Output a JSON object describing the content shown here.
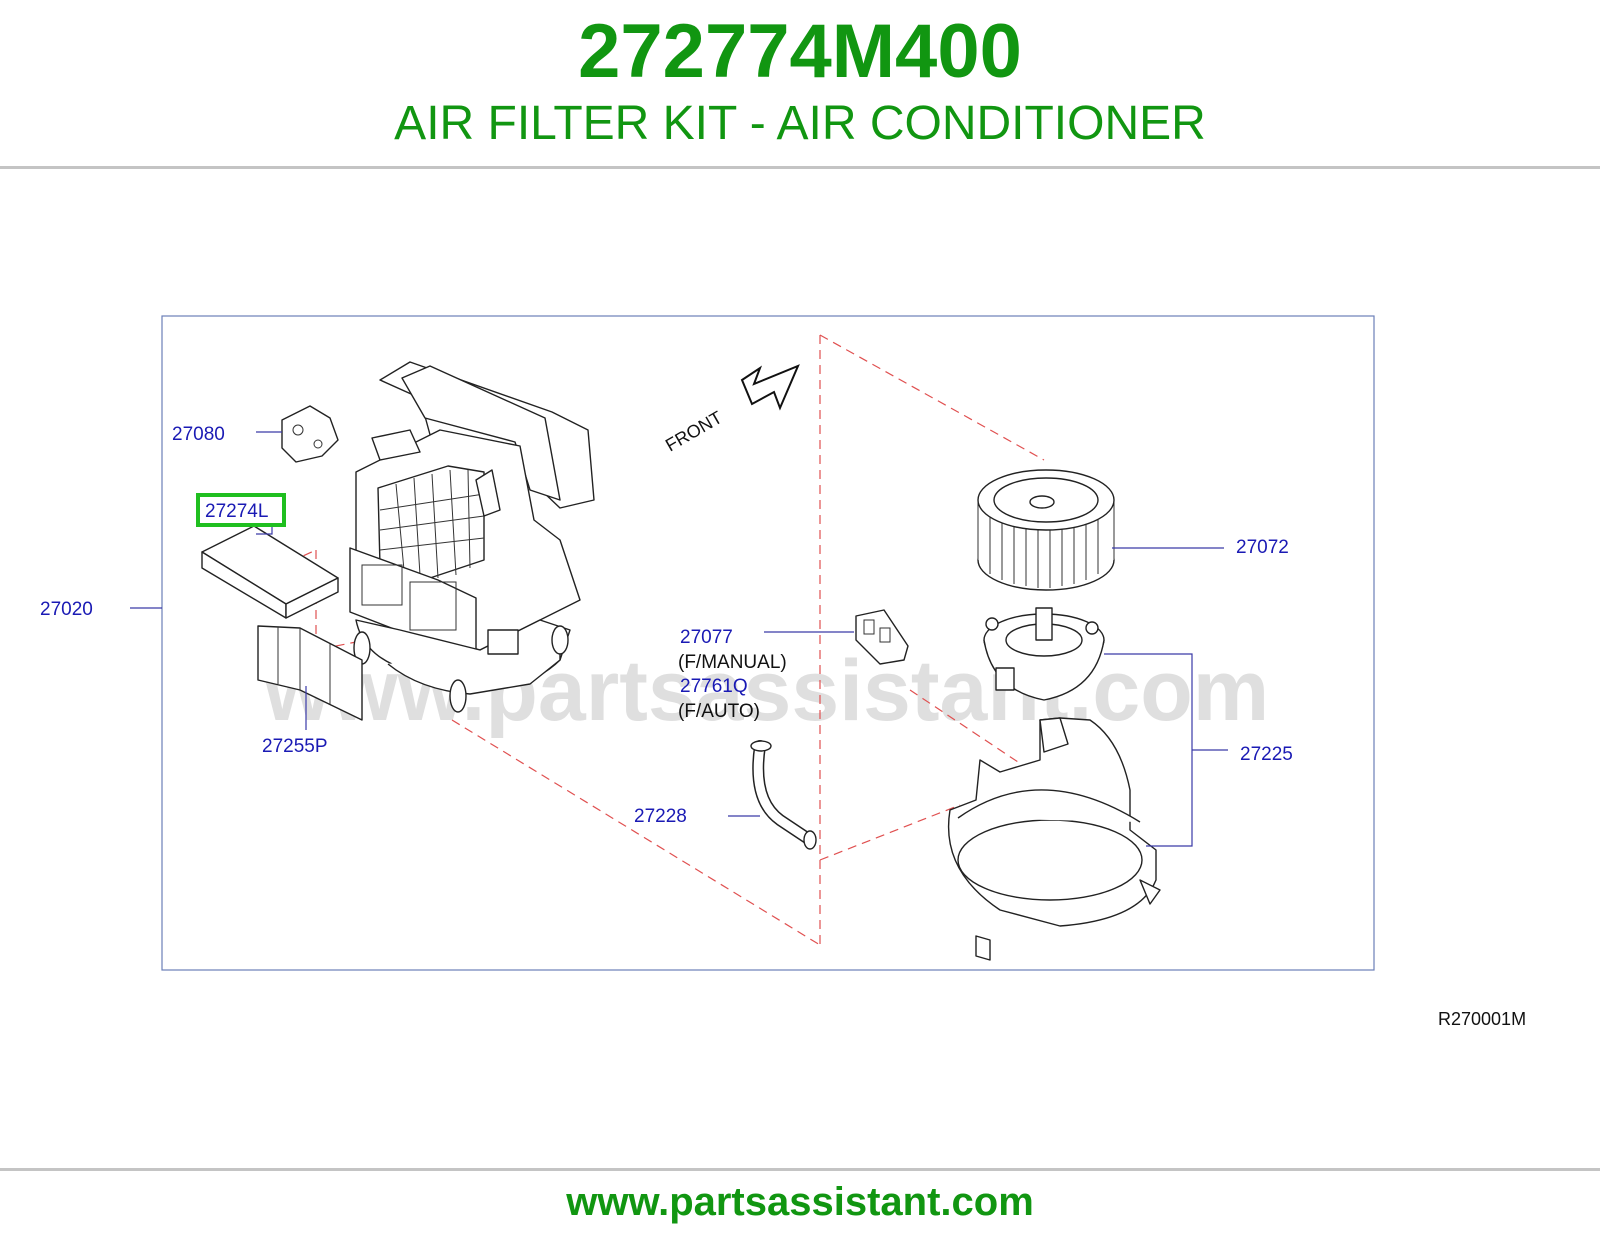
{
  "header": {
    "part_number": "272774M400",
    "title": "AIR FILTER KIT - AIR CONDITIONER"
  },
  "diagram": {
    "direction_label": "FRONT",
    "callouts": {
      "c27080": "27080",
      "c27274L": "27274L",
      "c27020": "27020",
      "c27255P": "27255P",
      "c27072": "27072",
      "c27077": "27077",
      "f_manual": "(F/MANUAL)",
      "c27761Q": "27761Q",
      "f_auto": "(F/AUTO)",
      "c27225": "27225",
      "c27228": "27228"
    },
    "highlighted_callout": "27274L",
    "highlight_color": "#1fbf1f",
    "label_color": "#1a1ab4",
    "reference": "R270001M",
    "watermark": "www.partsassistant.com"
  },
  "footer": {
    "url": "www.partsassistant.com"
  },
  "colors": {
    "brand_green": "#119611",
    "dashed_line": "#e05050"
  }
}
